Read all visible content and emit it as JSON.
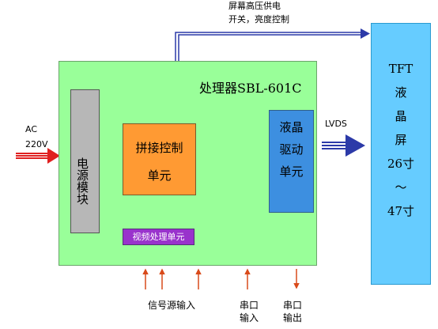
{
  "processor": {
    "title": "处理器SBL-601C",
    "power_module": "电源模块",
    "splice_control": "拼接控制单元",
    "lcd_driver": "液晶驱动单元",
    "video_unit": "视频处理单元"
  },
  "tft_screen": {
    "label": "TFT液晶屏26寸～47寸"
  },
  "inputs": {
    "ac": "AC",
    "voltage": "220V",
    "signal": "信号源输入",
    "serial_in": "串口输入",
    "serial_out": "串口输出"
  },
  "outputs": {
    "lvds": "LVDS",
    "hv_power": "屏幕高压供电",
    "hv_control": "开关，亮度控制"
  },
  "colors": {
    "board": "#99ff99",
    "power_module": "#b7b7b7",
    "splice_control": "#ff9a33",
    "lcd_driver": "#3d8fe0",
    "video_unit": "#9933cc",
    "tft_panel": "#66ccff",
    "ac_arrow": "#e02020",
    "lvds_arrow": "#2c3aa8",
    "hv_arrow": "#2c3aa8",
    "io_arrow": "#d94a1a"
  }
}
